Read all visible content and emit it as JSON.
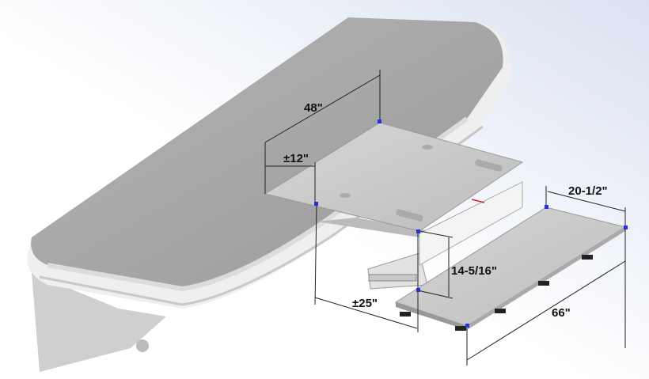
{
  "diagram": {
    "description_labels": {
      "width_top": "48\"",
      "slide_offset": "±12\"",
      "step_width": "20-1/2\"",
      "height": "14-5/16\"",
      "travel": "±25\"",
      "step_length": "66\""
    },
    "colors": {
      "background_top": "#dfe6f3",
      "background_bottom": "#ffffff",
      "body": "#a9a9a9",
      "edge": "#e4e4e4",
      "plate": "#c9c9c9",
      "marker": "#2233dd",
      "arrow": "#dd2222"
    }
  }
}
